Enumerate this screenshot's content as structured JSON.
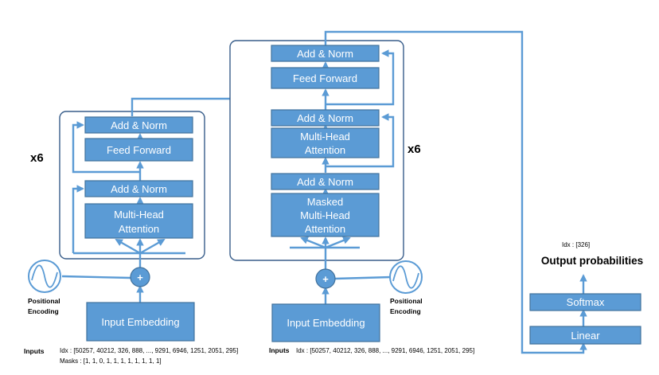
{
  "encoder": {
    "top_add_norm": "Add & Norm",
    "feed_forward": "Feed Forward",
    "bottom_add_norm": "Add & Norm",
    "attention_line1": "Multi-Head",
    "attention_line2": "Attention",
    "repeat": "x6",
    "positional_line1": "Positional",
    "positional_line2": "Encoding",
    "input_embedding": "Input Embedding",
    "inputs_label": "Inputs",
    "idx_text": "Idx : [50257, 40212, 326, 888, ..., 9291, 6946, 1251, 2051, 295]",
    "masks_text": "Masks : [1, 1, 0, 1, 1, 1, 1, 1, 1, 1, 1]"
  },
  "decoder": {
    "top_add_norm": "Add & Norm",
    "feed_forward": "Feed Forward",
    "middle_add_norm": "Add & Norm",
    "attention_line1": "Multi-Head",
    "attention_line2": "Attention",
    "bottom_add_norm": "Add & Norm",
    "masked_line1": "Masked",
    "masked_line2": "Multi-Head",
    "masked_line3": "Attention",
    "repeat": "x6",
    "positional_line1": "Positional",
    "positional_line2": "Encoding",
    "input_embedding": "Input Embedding",
    "inputs_label": "Inputs",
    "idx_text": "Idx : [50257, 40212, 326, 888, ..., 9291, 6946, 1251, 2051, 295]"
  },
  "output": {
    "linear": "Linear",
    "softmax": "Softmax",
    "title": "Output probabilities",
    "idx_text": "Idx :    [326]"
  },
  "plus_symbol": "+"
}
